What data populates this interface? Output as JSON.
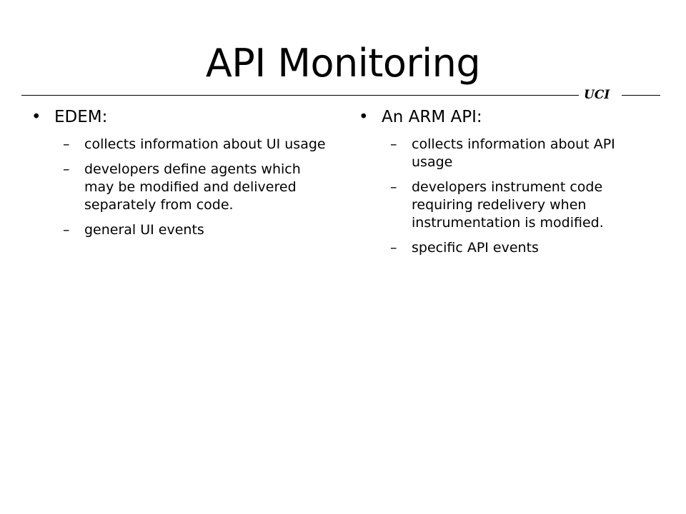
{
  "slide": {
    "title": "API Monitoring",
    "logo_text": "UCI"
  },
  "columns": [
    {
      "heading": "EDEM:",
      "items": [
        "collects information about UI usage",
        "developers define agents which may be modified and delivered separately from code.",
        "general UI events"
      ]
    },
    {
      "heading": "An ARM API:",
      "items": [
        "collects information about API usage",
        "developers instrument code requiring redelivery when instrumentation is modified.",
        "specific API events"
      ]
    }
  ]
}
